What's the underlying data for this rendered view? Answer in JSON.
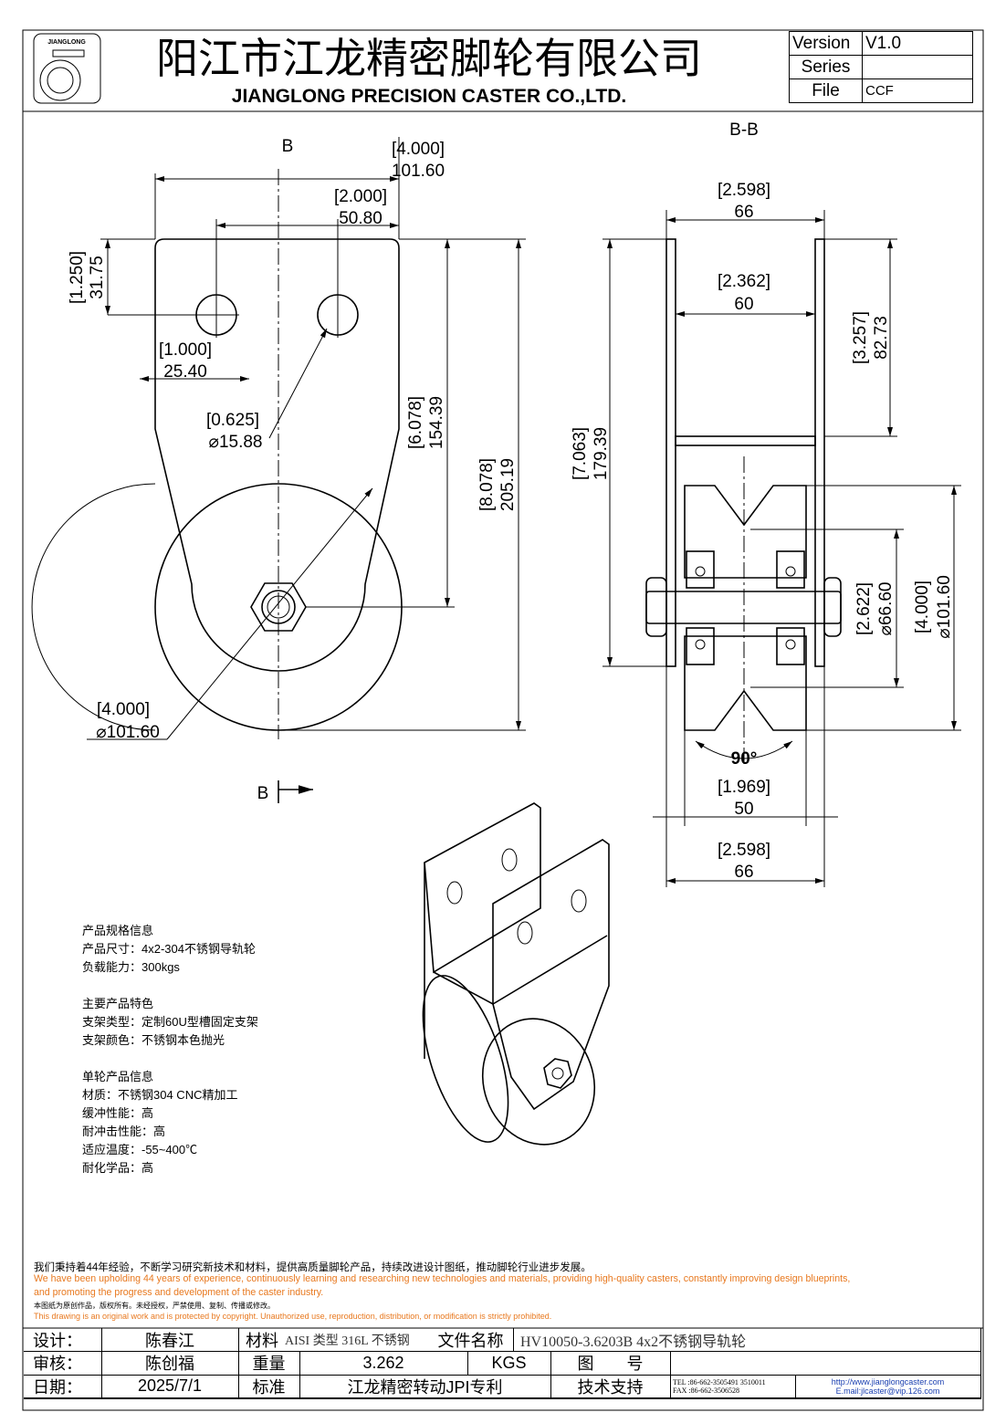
{
  "header": {
    "logo_text": "JIANGLONG",
    "company_cn": "阳江市江龙精密脚轮有限公司",
    "company_en": "JIANGLONG PRECISION CASTER CO.,LTD.",
    "version_label": "Version",
    "version_value": "V1.0",
    "series_label": "Series",
    "series_value": "",
    "file_label": "File",
    "file_value": "CCF"
  },
  "drawing": {
    "section_label_top": "B",
    "section_label_bottom": "B",
    "section_view_title": "B-B",
    "front": {
      "width_in": "[4.000]",
      "width_mm": "101.60",
      "hole_spacing_in": "[2.000]",
      "hole_spacing_mm": "50.80",
      "hole_top_in": "[1.250]",
      "hole_top_mm": "31.75",
      "hole_side_in": "[1.000]",
      "hole_side_mm": "25.40",
      "hole_dia_in": "[0.625]",
      "hole_dia_mm": "⌀15.88",
      "axle_height_in": "[6.078]",
      "axle_height_mm": "154.39",
      "total_height_in": "[8.078]",
      "total_height_mm": "205.19",
      "wheel_dia_in": "[4.000]",
      "wheel_dia_mm": "⌀101.60"
    },
    "section": {
      "outer_width_in": "[2.598]",
      "outer_width_mm": "66",
      "inner_width_in": "[2.362]",
      "inner_width_mm": "60",
      "channel_depth_in": "[3.257]",
      "channel_depth_mm": "82.73",
      "height_in": "[7.063]",
      "height_mm": "179.39",
      "groove_dia_in": "[2.622]",
      "groove_dia_mm": "⌀66.60",
      "wheel_dia_in": "[4.000]",
      "wheel_dia_mm": "⌀101.60",
      "groove_angle": "90°",
      "wheel_width_in": "[1.969]",
      "wheel_width_mm": "50",
      "overall_width_in": "[2.598]",
      "overall_width_mm": "66"
    }
  },
  "specs": [
    "产品规格信息",
    "产品尺寸：4x2-304不锈钢导轨轮",
    "负载能力：300kgs",
    "",
    "主要产品特色",
    "支架类型：定制60U型槽固定支架",
    "支架颜色：不锈钢本色抛光",
    "",
    "单轮产品信息",
    "材质：不锈钢304 CNC精加工",
    "缓冲性能：高",
    "耐冲击性能：高",
    "适应温度：-55~400℃",
    "耐化学品：高"
  ],
  "notes": {
    "cn_statement": "我们秉持着44年经验，不断学习研究新技术和材料，提供高质量脚轮产品，持续改进设计图纸，推动脚轮行业进步发展。",
    "en_statement_1": "We have been upholding 44 years of experience, continuously learning and researching new technologies and materials, providing high-quality casters, constantly improving design blueprints,",
    "en_statement_2": "and promoting the progress and development of the caster industry.",
    "cn_copyright": "本图纸为原创作品，版权所有。未经授权，严禁使用、复制、传播或修改。",
    "en_copyright": "This drawing is an original work and is protected by copyright. Unauthorized use, reproduction, distribution, or modification is strictly prohibited."
  },
  "title_block": {
    "designer_label": "设计：",
    "designer": "陈春江",
    "material_label": "材料",
    "material": "AISI 类型 316L 不锈钢",
    "filename_label": "文件名称",
    "filename": "HV10050-3.6203B 4x2不锈钢导轨轮",
    "reviewer_label": "审核：",
    "reviewer": "陈创福",
    "weight_label": "重量",
    "weight": "3.262",
    "weight_unit": "KGS",
    "drawing_no_label": "图　　号",
    "drawing_no": "",
    "date_label": "日期：",
    "date": "2025/7/1",
    "standard_label": "标准",
    "standard": "江龙精密转动JPI专利",
    "support_label": "技术支持",
    "tel": "TEL :86-662-3505491 3510011",
    "fax": "FAX :86-662-3506528",
    "website": "http://www.jianglongcaster.com",
    "email": "E.mail:jlcaster@vip.126.com"
  }
}
